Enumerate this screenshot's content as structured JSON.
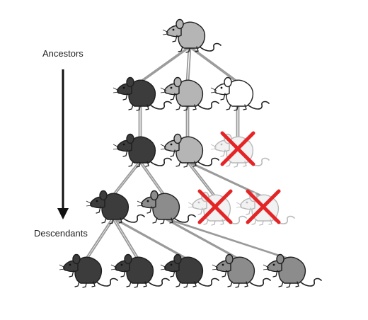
{
  "labels": {
    "ancestors": "Ancestors",
    "descendants": "Descendants"
  },
  "colors": {
    "dark": "#3c3c3c",
    "medium": "#8c8c8c",
    "light": "#b5b5b5",
    "white": "#ffffff",
    "eliminated_body": "#f2f2f2",
    "eliminated_outline": "#b9b9b9",
    "cross": "#e52426",
    "lineage_line": "#9a9a9a",
    "arrow": "#111111"
  },
  "mice": [
    {
      "id": "g0-m0",
      "generation": 0,
      "shade": "light",
      "eliminated": false
    },
    {
      "id": "g1-m0",
      "generation": 1,
      "shade": "dark",
      "eliminated": false
    },
    {
      "id": "g1-m1",
      "generation": 1,
      "shade": "light",
      "eliminated": false
    },
    {
      "id": "g1-m2",
      "generation": 1,
      "shade": "white",
      "eliminated": false
    },
    {
      "id": "g2-m0",
      "generation": 2,
      "shade": "dark",
      "eliminated": false
    },
    {
      "id": "g2-m1",
      "generation": 2,
      "shade": "light",
      "eliminated": false
    },
    {
      "id": "g2-m2",
      "generation": 2,
      "shade": "eliminated",
      "eliminated": true
    },
    {
      "id": "g3-m0",
      "generation": 3,
      "shade": "dark",
      "eliminated": false
    },
    {
      "id": "g3-m1",
      "generation": 3,
      "shade": "medium",
      "eliminated": false
    },
    {
      "id": "g3-m2",
      "generation": 3,
      "shade": "eliminated",
      "eliminated": true
    },
    {
      "id": "g3-m3",
      "generation": 3,
      "shade": "eliminated",
      "eliminated": true
    },
    {
      "id": "g4-m0",
      "generation": 4,
      "shade": "dark",
      "eliminated": false
    },
    {
      "id": "g4-m1",
      "generation": 4,
      "shade": "dark",
      "eliminated": false
    },
    {
      "id": "g4-m2",
      "generation": 4,
      "shade": "dark",
      "eliminated": false
    },
    {
      "id": "g4-m3",
      "generation": 4,
      "shade": "medium",
      "eliminated": false
    },
    {
      "id": "g4-m4",
      "generation": 4,
      "shade": "medium",
      "eliminated": false
    }
  ],
  "links": [
    {
      "from": "g0-m0",
      "to": "g1-m0"
    },
    {
      "from": "g0-m0",
      "to": "g1-m1"
    },
    {
      "from": "g0-m0",
      "to": "g1-m2"
    },
    {
      "from": "g1-m0",
      "to": "g2-m0"
    },
    {
      "from": "g1-m1",
      "to": "g2-m1"
    },
    {
      "from": "g1-m2",
      "to": "g2-m2"
    },
    {
      "from": "g2-m0",
      "to": "g3-m0"
    },
    {
      "from": "g2-m0",
      "to": "g3-m1"
    },
    {
      "from": "g2-m1",
      "to": "g3-m2"
    },
    {
      "from": "g2-m1",
      "to": "g3-m3"
    },
    {
      "from": "g3-m0",
      "to": "g4-m0"
    },
    {
      "from": "g3-m0",
      "to": "g4-m1"
    },
    {
      "from": "g3-m0",
      "to": "g4-m2"
    },
    {
      "from": "g3-m1",
      "to": "g4-m3"
    },
    {
      "from": "g3-m1",
      "to": "g4-m4"
    }
  ]
}
